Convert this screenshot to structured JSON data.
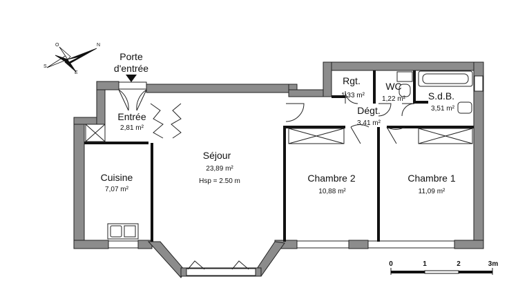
{
  "compass": {
    "north": "N",
    "east": "E",
    "south": "S",
    "west": "O"
  },
  "entrance": {
    "line1": "Porte",
    "line2": "d'entrée"
  },
  "rooms": {
    "entree": {
      "name": "Entrée",
      "area": "2,81 m²"
    },
    "cuisine": {
      "name": "Cuisine",
      "area": "7,07 m²"
    },
    "sejour": {
      "name": "Séjour",
      "area": "23,89 m²",
      "height": "Hsp = 2.50 m"
    },
    "chambre2": {
      "name": "Chambre 2",
      "area": "10,88 m²"
    },
    "chambre1": {
      "name": "Chambre 1",
      "area": "11,09 m²"
    },
    "rgt": {
      "name": "Rgt.",
      "area": "1,33 m²"
    },
    "wc": {
      "name": "WC",
      "area": "1,22 m²"
    },
    "sdb": {
      "name": "S.d.B.",
      "area": "3,51 m²"
    },
    "degt": {
      "name": "Dégt.",
      "area": "3,41 m²"
    }
  },
  "scale": {
    "ticks": [
      "0",
      "1",
      "2",
      "3m"
    ]
  },
  "colors": {
    "wall": "#8c8c8c",
    "wall_edge": "#222222",
    "line": "#222222"
  }
}
